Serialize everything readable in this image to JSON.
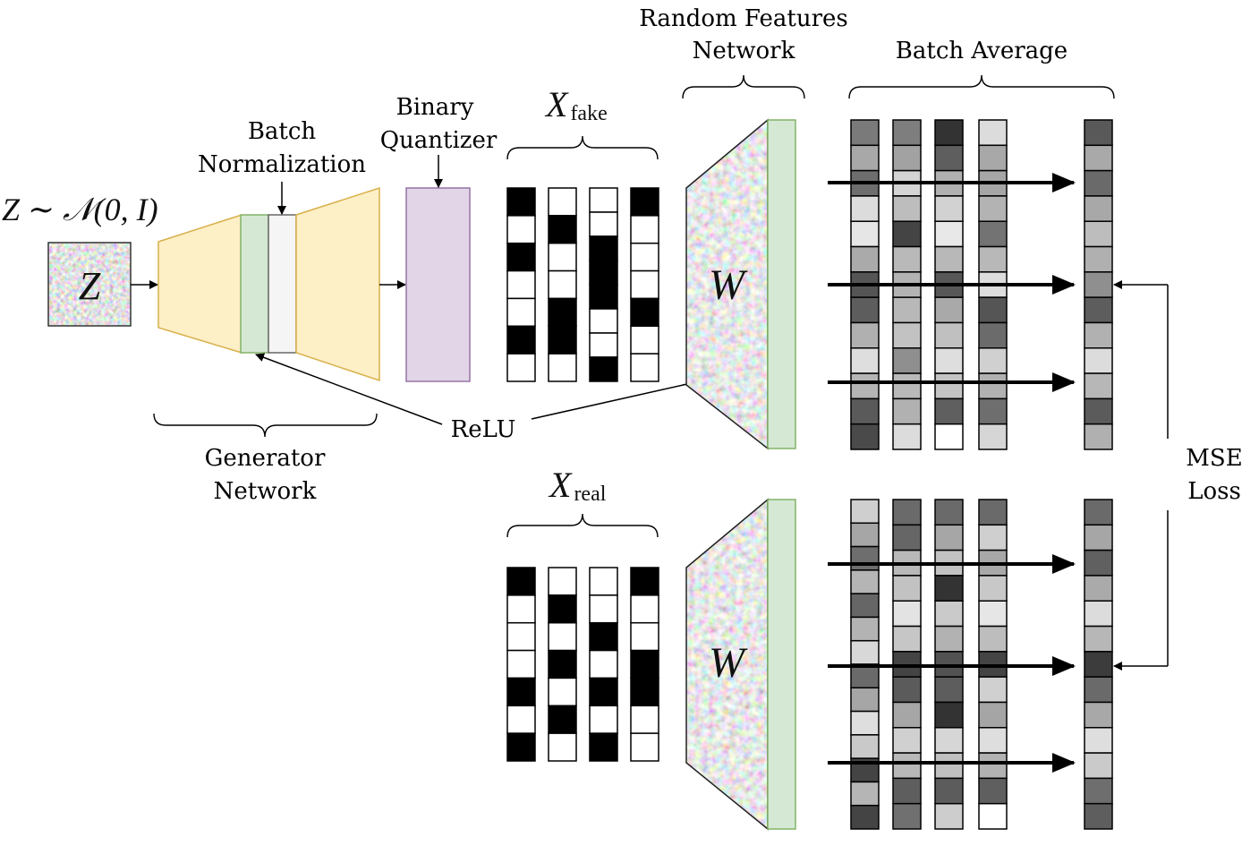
{
  "labels": {
    "z_dist": "Z ∼ 𝒩(0, I)",
    "z_box": "Z",
    "batch_norm_line1": "Batch",
    "batch_norm_line2": "Normalization",
    "binary_q_line1": "Binary",
    "binary_q_line2": "Quantizer",
    "x_fake_main": "X",
    "x_fake_sub": "fake",
    "x_real_main": "X",
    "x_real_sub": "real",
    "rf_line1": "Random Features",
    "rf_line2": "Network",
    "batch_avg": "Batch Average",
    "gen_line1": "Generator",
    "gen_line2": "Network",
    "relu": "ReLU",
    "w_top": "W",
    "w_bottom": "W",
    "mse_line1": "MSE",
    "mse_line2": "Loss"
  },
  "colors": {
    "generator_fill": "#fdefc6",
    "generator_stroke": "#d8b04a",
    "bn_green_fill": "#d5e8d4",
    "bn_green_stroke": "#82b366",
    "bn_white_fill": "#f5f5f5",
    "quantizer_fill": "#e1d5e7",
    "quantizer_stroke": "#9673a6",
    "feature_green_fill": "#d5e8d4",
    "feature_green_stroke": "#82b366"
  },
  "binary_fake": [
    [
      1,
      0,
      1,
      0,
      0,
      1,
      0
    ],
    [
      0,
      1,
      0,
      0,
      1,
      1,
      0
    ],
    [
      0,
      0,
      1,
      1,
      1,
      0,
      0,
      1
    ],
    [
      1,
      0,
      0,
      0,
      1,
      0,
      0
    ]
  ],
  "binary_real": [
    [
      1,
      0,
      0,
      0,
      1,
      0,
      1
    ],
    [
      0,
      1,
      0,
      1,
      0,
      1,
      0
    ],
    [
      0,
      0,
      1,
      0,
      1,
      0,
      1
    ],
    [
      1,
      0,
      0,
      1,
      1,
      0,
      0
    ]
  ],
  "feature_shades_top": [
    [
      "#7a7a7a",
      "#a8a8a8",
      "#6e6e6e",
      "#dcdcdc",
      "#e6e6e6",
      "#aaaaaa",
      "#555555",
      "#5d5d5d",
      "#b0b0b0",
      "#dedede",
      "#b5b5b5",
      "#5a5a5a",
      "#4a4a4a"
    ],
    [
      "#7e7e7e",
      "#a2a2a2",
      "#d4d4d4",
      "#bdbdbd",
      "#444444",
      "#b9b9b9",
      "#b3b3b3",
      "#b8b8b8",
      "#c2c2c2",
      "#8f8f8f",
      "#b9b9b9",
      "#b1b1b1",
      "#dcdcdc"
    ],
    [
      "#333333",
      "#5e5e5e",
      "#b0b0b0",
      "#d2d2d2",
      "#e8e8e8",
      "#b8b8b8",
      "#575757",
      "#a9a9a9",
      "#c0c0c0",
      "#dedede",
      "#c4c4c4",
      "#5f5f5f",
      "#ffffff"
    ],
    [
      "#dcdcdc",
      "#a8a8a8",
      "#a6a6a6",
      "#b3b3b3",
      "#737373",
      "#b8b8b8",
      "#dddddd",
      "#555555",
      "#6b6b6b",
      "#d0d0d0",
      "#b1b1b1",
      "#6e6e6e",
      "#d6d6d6"
    ]
  ],
  "feature_shades_bottom": [
    [
      "#cfcfcf",
      "#a6a6a6",
      "#6e6e6e",
      "#b5b5b5",
      "#666666",
      "#b3b3b3",
      "#d8d8d8",
      "#6a6a6a",
      "#a6a6a6",
      "#dedede",
      "#c9c9c9",
      "#444444",
      "#b5b5b5",
      "#444444"
    ],
    [
      "#6a6a6a",
      "#666666",
      "#b8b8b8",
      "#c2c2c2",
      "#e3e3e3",
      "#c6c6c6",
      "#444444",
      "#5b5b5b",
      "#a6a6a6",
      "#d0d0d0",
      "#b8b8b8",
      "#5e5e5e",
      "#707070"
    ],
    [
      "#6a6a6a",
      "#a6a6a6",
      "#c2c2c2",
      "#333333",
      "#cacaca",
      "#b2b2b2",
      "#525252",
      "#5d5d5d",
      "#333333",
      "#d6d6d6",
      "#c0c0c0",
      "#5c5c5c",
      "#cdcdcd"
    ],
    [
      "#6a6a6a",
      "#cfcfcf",
      "#a8a8a8",
      "#c8c8c8",
      "#e6e6e6",
      "#bdbdbd",
      "#444444",
      "#d0d0d0",
      "#a5a5a5",
      "#dedede",
      "#b2b2b2",
      "#5f5f5f",
      "#ffffff"
    ]
  ],
  "avg_shades_top": [
    "#595959",
    "#a9a9a9",
    "#6a6a6a",
    "#a8a8a8",
    "#bdbdbd",
    "#b0b0b0",
    "#8f8f8f",
    "#5d5d5d",
    "#b1b1b1",
    "#dcdcdc",
    "#b7b7b7",
    "#5b5b5b",
    "#b0b0b0"
  ],
  "avg_shades_bottom": [
    "#6a6a6a",
    "#a6a6a6",
    "#606060",
    "#aaaaaa",
    "#dcdcdc",
    "#b7b7b7",
    "#3c3c3c",
    "#6a6a6a",
    "#a8a8a8",
    "#dedede",
    "#cacaca",
    "#6e6e6e",
    "#5e5e5e"
  ]
}
